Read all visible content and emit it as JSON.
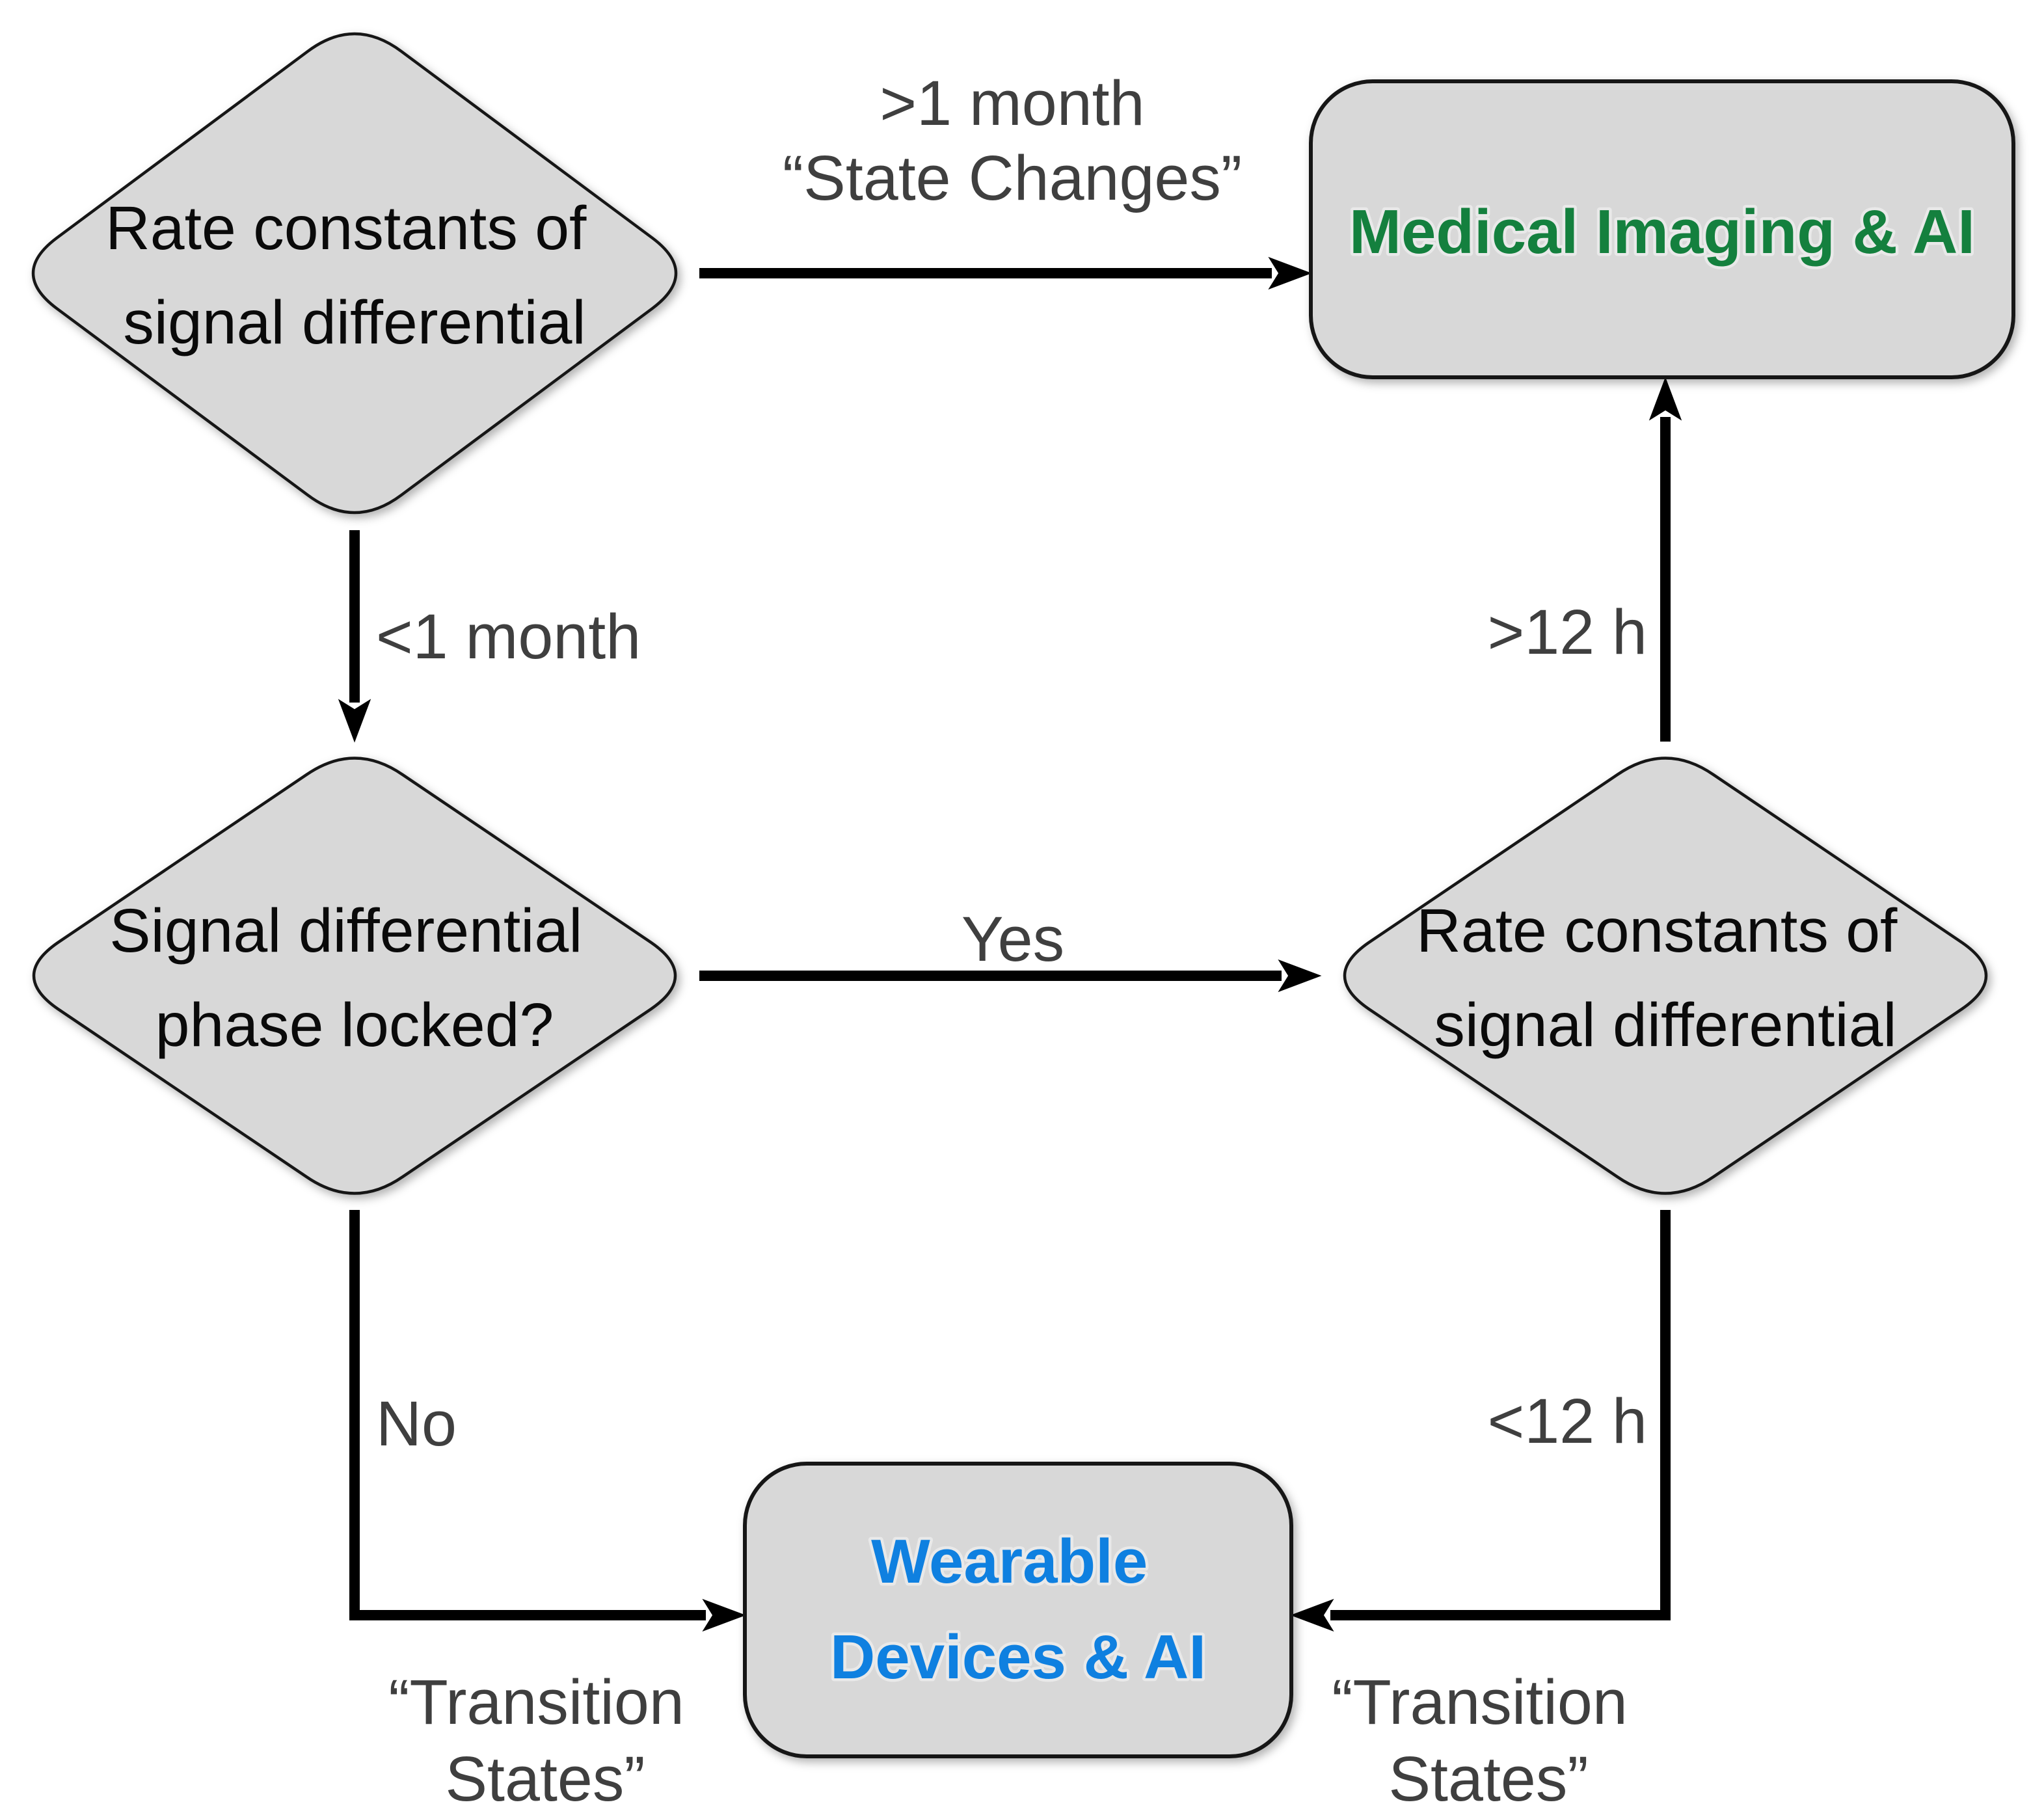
{
  "diagram": {
    "type": "flowchart",
    "background": "#ffffff",
    "nodes": {
      "rate_constants_top": {
        "shape": "diamond",
        "lines": [
          "Rate constants of",
          "signal differential"
        ]
      },
      "phase_locked": {
        "shape": "diamond",
        "lines": [
          "Signal differential",
          "phase locked?"
        ]
      },
      "rate_constants_right": {
        "shape": "diamond",
        "lines": [
          "Rate constants of",
          "signal differential"
        ]
      },
      "medical_imaging": {
        "shape": "rounded-rect",
        "lines": [
          "Medical Imaging & AI"
        ],
        "text_color": "#14803e"
      },
      "wearable": {
        "shape": "rounded-rect",
        "lines": [
          "Wearable",
          "Devices & AI"
        ],
        "text_color": "#0f80e0"
      }
    },
    "edges": [
      {
        "from": "rate_constants_top",
        "to": "medical_imaging",
        "label_lines": [
          ">1 month",
          "“State Changes”"
        ]
      },
      {
        "from": "rate_constants_top",
        "to": "phase_locked",
        "label_lines": [
          "<1 month"
        ]
      },
      {
        "from": "phase_locked",
        "to": "rate_constants_right",
        "label_lines": [
          "Yes"
        ]
      },
      {
        "from": "rate_constants_right",
        "to": "medical_imaging",
        "label_lines": [
          ">12 h"
        ]
      },
      {
        "from": "phase_locked",
        "to": "wearable",
        "label_lines": [
          "No"
        ],
        "annotation_lines": [
          "“Transition",
          "States”"
        ]
      },
      {
        "from": "rate_constants_right",
        "to": "wearable",
        "label_lines": [
          "<12 h"
        ],
        "annotation_lines": [
          "“Transition",
          "States”"
        ]
      }
    ]
  },
  "colors": {
    "node_fill": "#d8d8d8",
    "node_border": "#161616",
    "edge": "#000000",
    "edge_label": "#3f3f3f",
    "node_text": "#0a0a0a",
    "medical_text": "#14803e",
    "wearable_text": "#0f80e0"
  }
}
